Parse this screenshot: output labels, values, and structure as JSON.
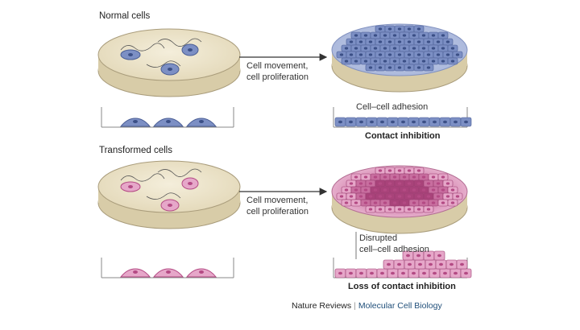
{
  "normal": {
    "title": "Normal cells",
    "arrow_label_1": "Cell movement,",
    "arrow_label_2": "cell proliferation",
    "adhesion_label": "Cell–cell adhesion",
    "result_label": "Contact inhibition"
  },
  "transformed": {
    "title": "Transformed cells",
    "arrow_label_1": "Cell movement,",
    "arrow_label_2": "cell proliferation",
    "adhesion_label_1": "Disrupted",
    "adhesion_label_2": "cell–cell adhesion",
    "result_label": "Loss of contact inhibition"
  },
  "credit": {
    "journal": "Nature Reviews",
    "separator": "|",
    "subject": "Molecular Cell Biology"
  },
  "colors": {
    "normal_cell": "#7c8fc4",
    "normal_nucleus": "#3b4f86",
    "transformed_cell": "#e6a7c9",
    "transformed_nucleus": "#b44a84",
    "dish_fill": "#eee6cd",
    "dish_edge": "#b9ad8f",
    "arrow": "#333333"
  }
}
